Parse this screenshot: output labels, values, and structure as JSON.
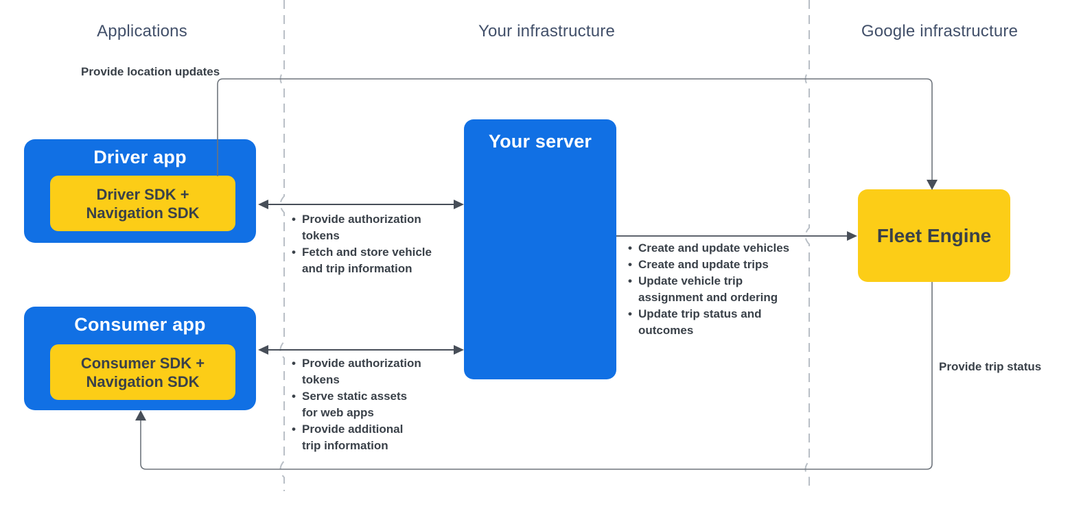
{
  "columns": {
    "applications": {
      "label": "Applications"
    },
    "your_infrastructure": {
      "label": "Your infrastructure"
    },
    "google_infrastructure": {
      "label": "Google infrastructure"
    }
  },
  "nodes": {
    "driver_app": {
      "title": "Driver app",
      "sdk": "Driver SDK +\nNavigation SDK"
    },
    "consumer_app": {
      "title": "Consumer app",
      "sdk": "Consumer SDK +\nNavigation SDK"
    },
    "your_server": {
      "title": "Your server"
    },
    "fleet_engine": {
      "title": "Fleet Engine"
    }
  },
  "edges": {
    "location_updates": {
      "label": "Provide location updates"
    },
    "trip_status": {
      "label": "Provide trip status"
    },
    "driver_server": {
      "items": [
        "Provide authorization\ntokens",
        "Fetch and store vehicle\nand trip information"
      ]
    },
    "consumer_server": {
      "items": [
        "Provide authorization\ntokens",
        "Serve static assets\nfor web apps",
        "Provide additional\ntrip information"
      ]
    },
    "server_fleet": {
      "items": [
        "Create and update vehicles",
        "Create and update trips",
        "Update vehicle trip\nassignment and ordering",
        "Update trip status and\noutcomes"
      ]
    }
  },
  "ui": {
    "bullet": "•"
  },
  "colors": {
    "node_blue": "#1170e4",
    "node_yellow": "#fccd17",
    "text_dark": "#3a4149",
    "header_gray": "#42506a",
    "arrow_gray": "#474e58",
    "loop_line_gray": "#6e747c",
    "divider_gray": "#b9bfc6",
    "background": "#ffffff"
  }
}
